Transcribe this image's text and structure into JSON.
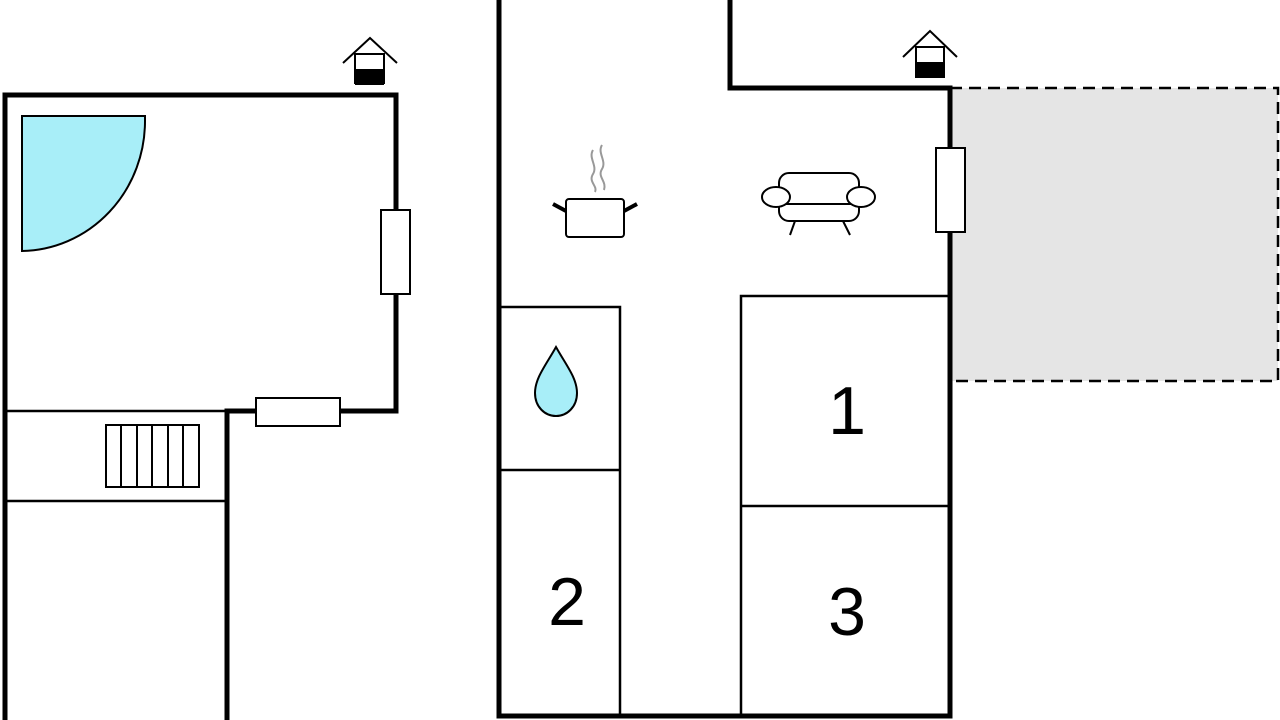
{
  "floorplan": {
    "rooms": [
      {
        "id": "bedroom-1",
        "label": "1"
      },
      {
        "id": "bedroom-2",
        "label": "2"
      },
      {
        "id": "bedroom-3",
        "label": "3"
      }
    ],
    "icons": [
      "entrance-icon",
      "entrance-icon",
      "pot-kitchen-icon",
      "sofa-living-icon",
      "water-drop-bathroom-icon",
      "shower-icon",
      "radiator-icon",
      "window-icon"
    ],
    "colors": {
      "wall": "#000000",
      "water": "#a8eef8",
      "terrace": "#e5e5e5",
      "background": "#ffffff"
    }
  }
}
